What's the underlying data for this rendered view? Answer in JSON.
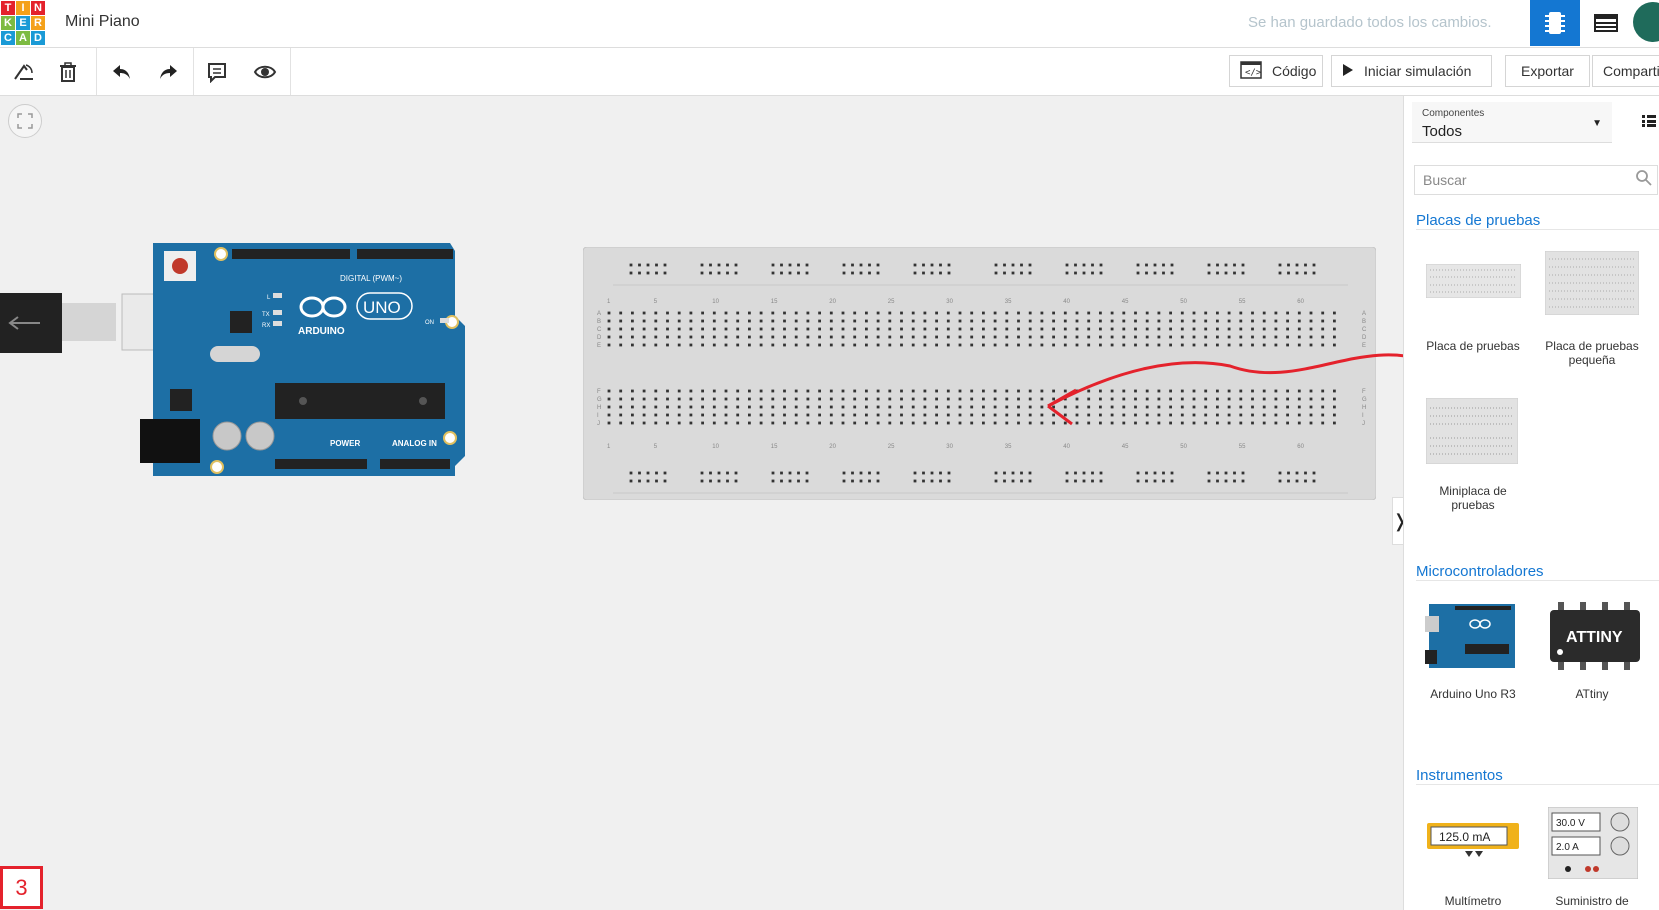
{
  "header": {
    "logo_letters": [
      "T",
      "I",
      "N",
      "K",
      "E",
      "R",
      "C",
      "A",
      "D"
    ],
    "project_title": "Mini Piano",
    "save_status": "Se han guardado todos los cambios."
  },
  "toolbar": {
    "codigo_label": "Código",
    "simular_label": "Iniciar simulación",
    "exportar_label": "Exportar",
    "compartir_label": "Comparti"
  },
  "canvas": {
    "step_number": "3",
    "board": {
      "digital_label": "DIGITAL (PWM~)",
      "brand": "ARDUINO",
      "model": "UNO",
      "power_label": "POWER",
      "analog_label": "ANALOG IN",
      "on_label": "ON",
      "tx_label": "TX",
      "rx_label": "RX",
      "l_label": "L"
    },
    "breadboard": {
      "col_numbers": [
        "1",
        "5",
        "10",
        "15",
        "20",
        "25",
        "30",
        "35",
        "40",
        "45",
        "50",
        "55",
        "60"
      ],
      "rows_top": [
        "A",
        "B",
        "C",
        "D",
        "E"
      ],
      "rows_bottom": [
        "F",
        "G",
        "H",
        "I",
        "J"
      ]
    }
  },
  "sidebar": {
    "components_label": "Componentes",
    "components_value": "Todos",
    "search_placeholder": "Buscar",
    "sections": [
      {
        "title": "Placas de pruebas",
        "items": [
          "Placa de pruebas",
          "Placa de pruebas pequeña",
          "Miniplaca de pruebas"
        ]
      },
      {
        "title": "Microcontroladores",
        "items": [
          "Arduino Uno R3",
          "ATtiny"
        ]
      },
      {
        "title": "Instrumentos",
        "items": [
          "Multímetro",
          "Suministro de"
        ]
      }
    ],
    "attiny_chip_text": "ATTINY",
    "multimeter_reading": "125.0 mA",
    "supply_voltage": "30.0 V",
    "supply_current": "2.0 A"
  },
  "colors": {
    "accent": "#1477d2",
    "arrow": "#e4222c",
    "board": "#1d6fa5"
  }
}
